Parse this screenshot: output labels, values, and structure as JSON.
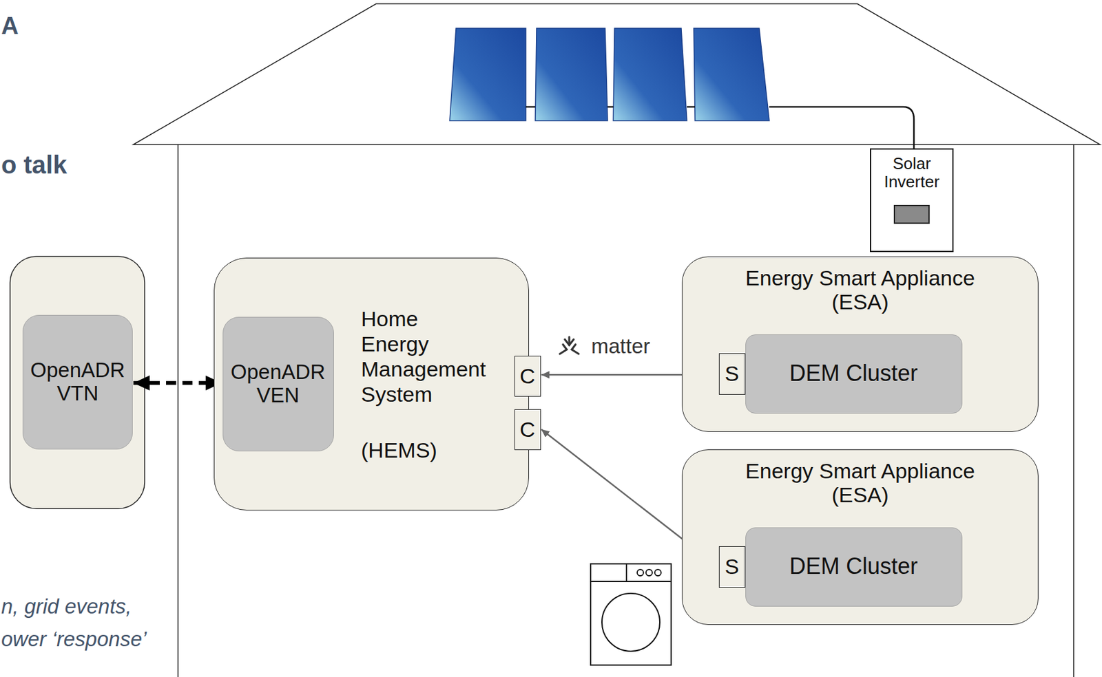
{
  "diagram": {
    "nodes": [
      {
        "text": [
          "OpenADR VTN"
        ]
      },
      {
        "text": [
          "Home Energy Management System",
          "(HEMS)"
        ]
      },
      {
        "text": [
          "OpenADR VEN"
        ],
        "in": 1
      },
      {
        "text": [
          "C"
        ],
        "in": 1
      },
      {
        "text": [
          "C"
        ],
        "in": 1
      },
      {
        "text": [
          "Solar Inverter"
        ]
      },
      {
        "text": [
          "Energy Smart Appliance (ESA)"
        ]
      },
      {
        "text": [
          "S"
        ],
        "in": 6
      },
      {
        "text": [
          "DEM Cluster"
        ],
        "in": 6
      },
      {
        "text": [
          "Energy Smart Appliance (ESA)"
        ]
      },
      {
        "text": [
          "S"
        ],
        "in": 9
      },
      {
        "text": [
          "DEM Cluster"
        ],
        "in": 9
      }
    ],
    "edges": [
      {
        "from": 0,
        "to": 2,
        "arrow": "both"
      },
      {
        "from": 3,
        "to": 7,
        "arrow": "both"
      },
      {
        "from": 4,
        "to": 10,
        "arrow": "both"
      }
    ],
    "labels": [
      "A",
      "o talk",
      "n, grid events,",
      "ower ‘response’",
      "matter"
    ]
  }
}
